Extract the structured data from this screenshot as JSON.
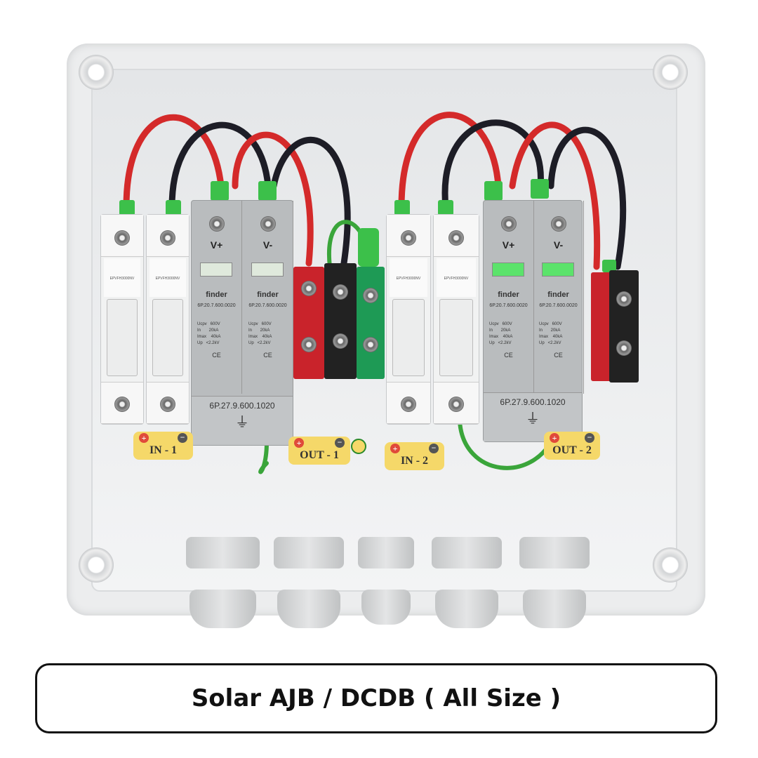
{
  "caption": "Solar AJB / DCDB ( All Size )",
  "fuse_label": "EPVFH3000NV",
  "spd": {
    "brand": "finder",
    "module_code": "6P.20.7.600.0020",
    "base_code": "6P.27.9.600.1020",
    "plus": "V+",
    "minus": "V-",
    "spec": "Ucpv   600V\nIn       20kA\nImax    40kA\nUp   <2.2kV",
    "ce": "CE",
    "ground": "⏚"
  },
  "tags": {
    "in1": "IN - 1",
    "out1": "OUT - 1",
    "in2": "IN - 2",
    "out2": "OUT - 2",
    "plus": "+",
    "minus": "−"
  },
  "colors": {
    "red_wire": "#d42a2a",
    "black_wire": "#1d1d26",
    "green_wire": "#3aa53a",
    "tag": "#f5d869"
  }
}
